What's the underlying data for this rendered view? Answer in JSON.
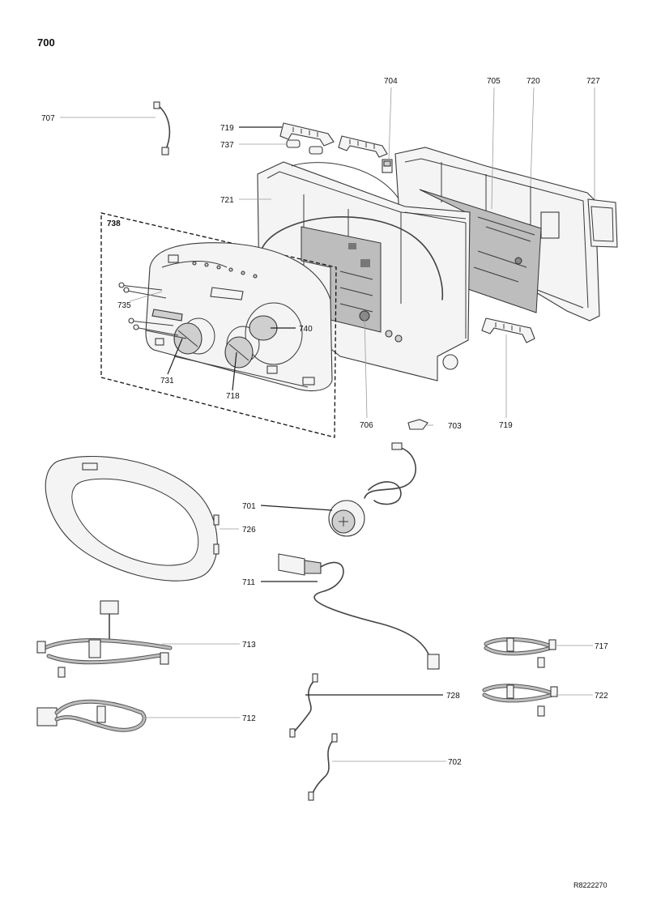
{
  "title": "700",
  "reference_code": "R8222270",
  "group_label": "738",
  "callouts": {
    "c704": "704",
    "c705": "705",
    "c720": "720",
    "c727": "727",
    "c707": "707",
    "c719a": "719",
    "c737": "737",
    "c721": "721",
    "c735": "735",
    "c740": "740",
    "c731": "731",
    "c718": "718",
    "c706": "706",
    "c703": "703",
    "c719b": "719",
    "c701": "701",
    "c726": "726",
    "c711": "711",
    "c713": "713",
    "c717": "717",
    "c728": "728",
    "c722": "722",
    "c712": "712",
    "c702": "702"
  }
}
